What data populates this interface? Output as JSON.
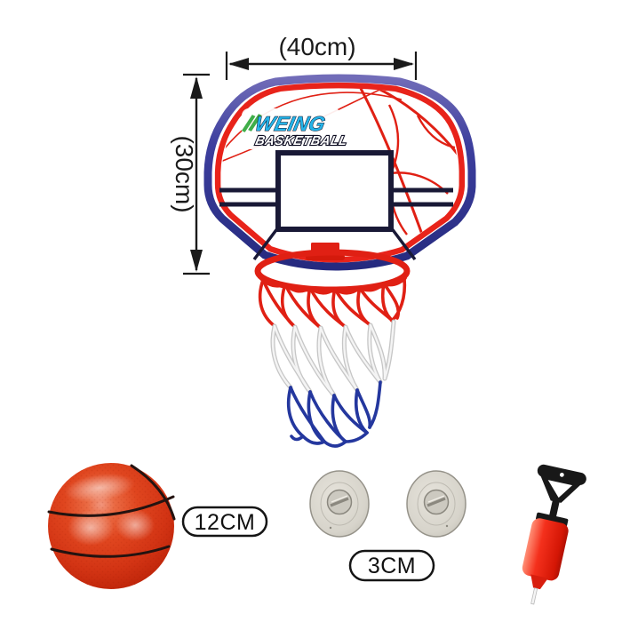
{
  "page": {
    "type": "product-dimension-diagram",
    "background": "#ffffff"
  },
  "product": {
    "brand": "WEING",
    "brand_sub": "BASKETBALL"
  },
  "dimensions": {
    "width_label": "(40cm)",
    "height_label": "(30cm)"
  },
  "components": {
    "backboard_hoop": {
      "name": "backboard-with-rim-and-net"
    },
    "ball": {
      "name": "mini-basketball",
      "size_label": "12CM"
    },
    "suction_cups": {
      "name": "suction-cups",
      "count": 2,
      "size_label": "3CM"
    },
    "pump": {
      "name": "hand-pump"
    }
  },
  "colors": {
    "board_border_blue": "#35389a",
    "board_border_red": "#e8231a",
    "board_lines_navy": "#191936",
    "logo_cyan": "#25b3e8",
    "logo_green": "#3fae49",
    "net_red": "#e02014",
    "net_white": "#f4f4f4",
    "net_blue": "#24379e",
    "ball_red": "#d33414",
    "cup_gray": "#d7d4cb",
    "pump_red": "#f02818",
    "dimension_ink": "#1a1a1a"
  }
}
